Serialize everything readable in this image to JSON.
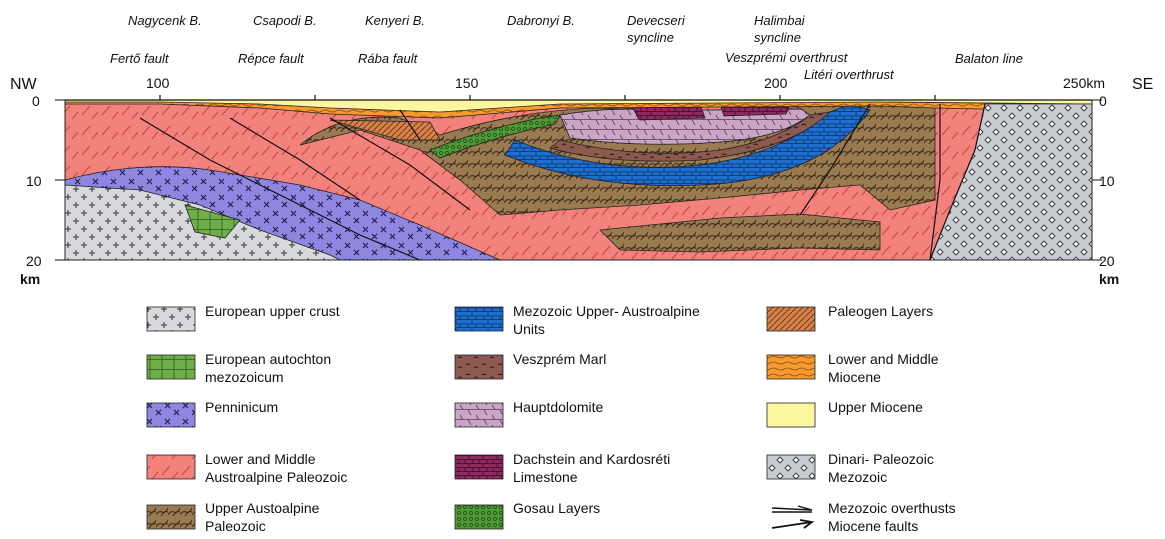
{
  "basins": [
    "Nagycenk B.",
    "Csapodi B.",
    "Kenyeri B.",
    "Dabronyi B."
  ],
  "synclines": {
    "devecseri": [
      "Devecseri",
      "syncline"
    ],
    "halimbai": [
      "Halimbai",
      "syncline"
    ]
  },
  "faults": [
    "Fertő fault",
    "Répce fault",
    "Rába fault",
    "Veszprémi overthrust",
    "Litéri overthrust",
    "Balaton line"
  ],
  "orientation": {
    "left": "NW",
    "right": "SE"
  },
  "distance_ticks": [
    "100",
    "150",
    "200",
    "250km"
  ],
  "depth_ticks": [
    "0",
    "10",
    "20"
  ],
  "depth_unit": "km",
  "legend": [
    {
      "label": [
        "European upper crust"
      ],
      "pattern": "crust"
    },
    {
      "label": [
        "European autochton",
        "mezozoicum"
      ],
      "pattern": "auto"
    },
    {
      "label": [
        "Penninicum"
      ],
      "pattern": "penn"
    },
    {
      "label": [
        "Lower and Middle",
        "Austroalpine Paleozoic"
      ],
      "pattern": "lmap"
    },
    {
      "label": [
        "Upper Austoalpine",
        "Paleozoic"
      ],
      "pattern": "uap"
    },
    {
      "label": [
        "Mezozoic Upper- Austroalpine",
        "Units"
      ],
      "pattern": "mua"
    },
    {
      "label": [
        "Veszprém Marl"
      ],
      "pattern": "vm"
    },
    {
      "label": [
        "Hauptdolomite"
      ],
      "pattern": "hd"
    },
    {
      "label": [
        "Dachstein and Kardosréti",
        "Limestone"
      ],
      "pattern": "dk"
    },
    {
      "label": [
        "Gosau Layers"
      ],
      "pattern": "gos"
    },
    {
      "label": [
        "Paleogen Layers"
      ],
      "pattern": "pal"
    },
    {
      "label": [
        "Lower and Middle",
        "Miocene"
      ],
      "pattern": "lmm"
    },
    {
      "label": [
        "Upper Miocene"
      ],
      "pattern": "um"
    },
    {
      "label": [
        "Dinari- Paleozoic",
        "Mezozoic"
      ],
      "pattern": "din"
    },
    {
      "label": [
        "Mezozoic overthusts",
        "Miocene faults"
      ],
      "pattern": "arrows"
    }
  ],
  "colors": {
    "crust": "#d7d9dc",
    "auto": "#6fae48",
    "penn": "#8f86e0",
    "lmap": "#f4827c",
    "uap": "#9a7a50",
    "mua": "#1f6fd1",
    "vm": "#8d5a50",
    "hd": "#c9a6c6",
    "dk": "#8e2a62",
    "gos": "#4f9a36",
    "pal": "#d4824a",
    "lmm": "#f59a2f",
    "um": "#fdf6a0",
    "din": "#c8ccd2"
  }
}
